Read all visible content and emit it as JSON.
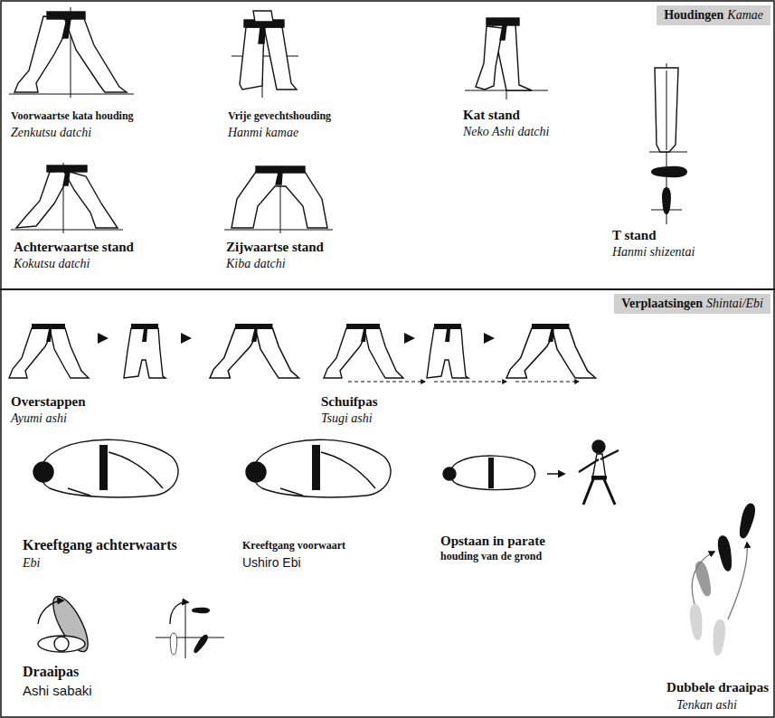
{
  "diagram": {
    "nodes": [
      {
        "text": [
          "Houdingen",
          "Kamae"
        ]
      },
      {
        "text": [
          "Verplaatsingen",
          "Shintai/Ebi"
        ]
      }
    ],
    "labels": [
      "Voorwaartse kata houding",
      "Zenkutsu datchi",
      "Vrije gevechtshouding",
      "Hanmi kamae",
      "Kat stand",
      "Neko Ashi datchi",
      "Achterwaartse stand",
      "Kokutsu datchi",
      "Zijwaartse stand",
      "Kiba datchi",
      "T stand",
      "Hanmi shizentai",
      "Overstappen",
      "Ayumi ashi",
      "Schuifpas",
      "Tsugi ashi",
      "Kreeftgang achterwaarts",
      "Ebi",
      "Kreeftgang voorwaart",
      "Ushiro Ebi",
      "Opstaan in parate",
      "houding van de grond",
      "Draaipas",
      "Ashi sabaki",
      "Dubbele draaipas",
      "Tenkan ashi"
    ]
  }
}
